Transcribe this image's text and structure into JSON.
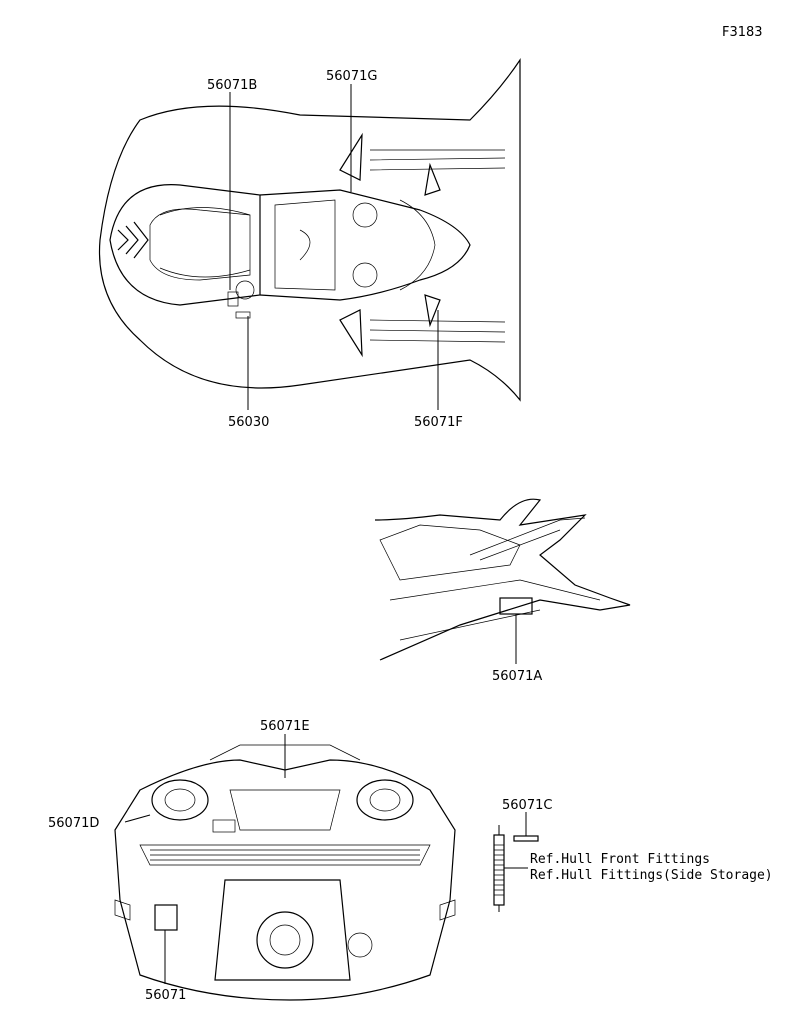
{
  "figure_id": "F3183",
  "callouts": {
    "b": "56071B",
    "g": "56071G",
    "p56030": "56030",
    "f": "56071F",
    "a": "56071A",
    "e": "56071E",
    "d": "56071D",
    "c": "56071C",
    "base": "56071"
  },
  "references": [
    "Ref.Hull Front Fittings",
    "Ref.Hull Fittings(Side Storage)"
  ]
}
